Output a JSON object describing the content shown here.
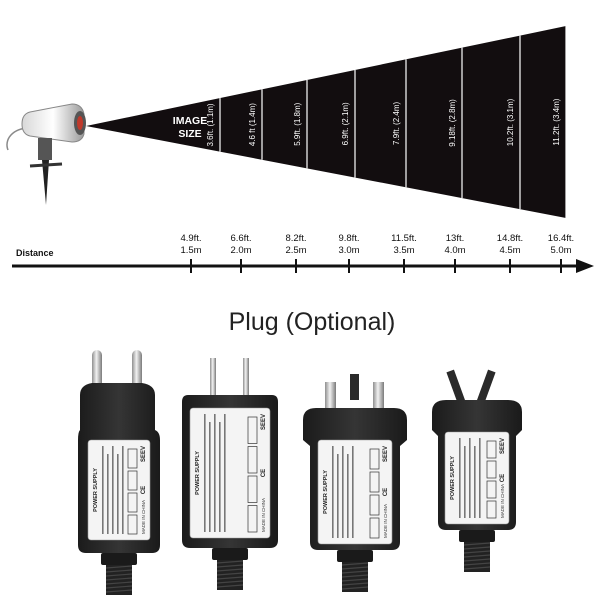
{
  "projection": {
    "label_line1": "IMAGE",
    "label_line2": "SIZE",
    "sizes": [
      "3.6ft. (1.1m)",
      "4.6 ft (1.4m)",
      "5.9ft. (1.8m)",
      "6.9ft. (2.1m)",
      "7.9ft. (2.4m)",
      "9.18ft. (2.8m)",
      "10.2ft. (3.1m)",
      "11.2ft. (3.4m)"
    ]
  },
  "distance": {
    "label": "Distance",
    "ticks": [
      {
        "ft": "4.9ft.",
        "m": "1.5m"
      },
      {
        "ft": "6.6ft.",
        "m": "2.0m"
      },
      {
        "ft": "8.2ft.",
        "m": "2.5m"
      },
      {
        "ft": "9.8ft.",
        "m": "3.0m"
      },
      {
        "ft": "11.5ft.",
        "m": "3.5m"
      },
      {
        "ft": "13ft.",
        "m": "4.0m"
      },
      {
        "ft": "14.8ft.",
        "m": "4.5m"
      },
      {
        "ft": "16.4ft.",
        "m": "5.0m"
      }
    ]
  },
  "plugs": {
    "title": "Plug (Optional)",
    "types": [
      "eu-plug",
      "us-plug",
      "uk-plug",
      "au-plug"
    ],
    "label_texts": {
      "title": "POWER SUPPLY",
      "made_in": "MADE IN CHINA",
      "brand": "SEEV",
      "ce": "CE"
    }
  }
}
